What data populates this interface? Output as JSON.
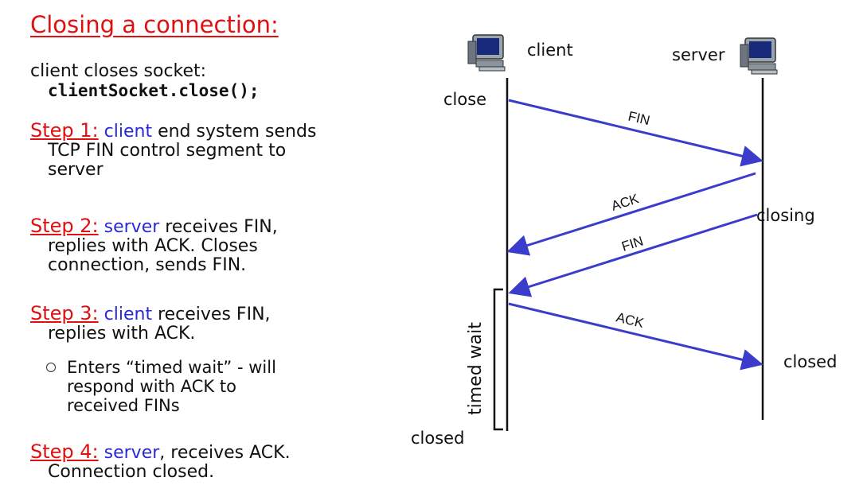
{
  "title": "Closing a connection:",
  "intro": {
    "line1": "client closes socket:",
    "code": "clientSocket.close();"
  },
  "steps": [
    {
      "label": "Step 1:",
      "actor": "client",
      "text_a": " end system sends",
      "text_b": "TCP FIN control segment to",
      "text_c": "server"
    },
    {
      "label": "Step 2:",
      "actor": "server",
      "text_a": " receives FIN,",
      "text_b": "replies with ACK. Closes",
      "text_c": "connection, sends FIN."
    },
    {
      "label": "Step 3:",
      "actor": "client",
      "text_a": " receives FIN,",
      "text_b": "replies with ACK."
    },
    {
      "label": "Step 4:",
      "actor": "server",
      "text_a": ", receives ACK.",
      "text_b": "Connection closed."
    }
  ],
  "sub_bullet": {
    "line1": "Enters “timed wait” - will",
    "line2": "respond with ACK to",
    "line3": "received FINs"
  },
  "diagram": {
    "client_label": "client",
    "server_label": "server",
    "state_close": "close",
    "state_closing": "closing",
    "state_timed_wait": "timed wait",
    "state_closed_client": "closed",
    "state_closed_server": "closed",
    "messages": [
      "FIN",
      "ACK",
      "FIN",
      "ACK"
    ]
  },
  "colors": {
    "accent_red": "#e01010",
    "actor_blue": "#2a2ad8",
    "arrow": "#3b3bcc"
  }
}
